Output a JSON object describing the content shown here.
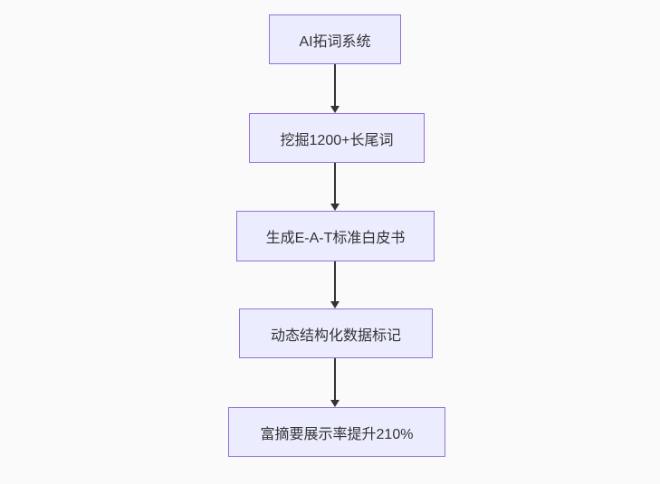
{
  "diagram": {
    "type": "flowchart",
    "direction": "top-down",
    "nodes": [
      {
        "id": "n1",
        "label": "AI拓词系统"
      },
      {
        "id": "n2",
        "label": "挖掘1200+长尾词"
      },
      {
        "id": "n3",
        "label": "生成E-A-T标准白皮书"
      },
      {
        "id": "n4",
        "label": "动态结构化数据标记"
      },
      {
        "id": "n5",
        "label": "富摘要展示率提升210%"
      }
    ],
    "edges": [
      {
        "from": "n1",
        "to": "n2"
      },
      {
        "from": "n2",
        "to": "n3"
      },
      {
        "from": "n3",
        "to": "n4"
      },
      {
        "from": "n4",
        "to": "n5"
      }
    ],
    "colors": {
      "background": "#fafafa",
      "node_fill": "#ececff",
      "node_border": "#9370db",
      "text": "#333333",
      "edge": "#333333"
    }
  }
}
